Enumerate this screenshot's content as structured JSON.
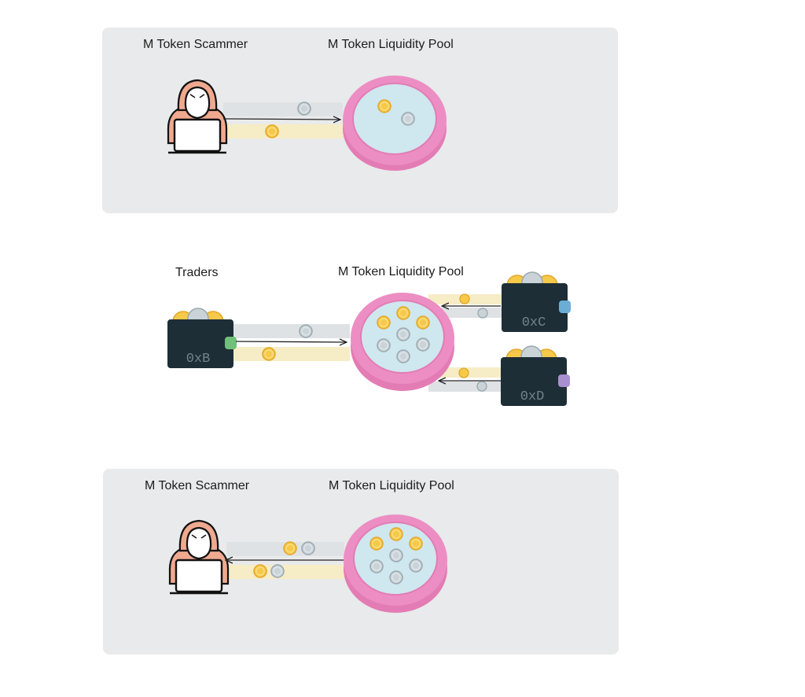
{
  "scene1": {
    "actor_label": "M Token Scammer",
    "pool_label": "M Token Liquidity Pool"
  },
  "scene2": {
    "traders_label": "Traders",
    "pool_label": "M Token Liquidity Pool",
    "wallets": [
      {
        "id": "0xB",
        "tab_color": "#6fc07a"
      },
      {
        "id": "0xC",
        "tab_color": "#6aaed6"
      },
      {
        "id": "0xD",
        "tab_color": "#a98fd0"
      }
    ]
  },
  "scene3": {
    "actor_label": "M Token Scammer",
    "pool_label": "M Token Liquidity Pool"
  },
  "colors": {
    "panel_bg": "#e9eaeb",
    "pool_outer": "#ec8ec3",
    "pool_inner": "#cfe7ef",
    "coin_gold": "#f6c94a",
    "coin_silver": "#c9d3d8",
    "wallet_body": "#1e2e36",
    "flow_gold": "#f6ecc6",
    "flow_grey": "#dfe2e4",
    "hacker_skin": "#efa98f"
  },
  "icons": {
    "actor": "hacker-laptop-icon",
    "pool": "liquidity-pool-icon",
    "wallet": "wallet-icon",
    "coin_m": "gold-coin-icon",
    "coin_other": "silver-coin-icon"
  }
}
